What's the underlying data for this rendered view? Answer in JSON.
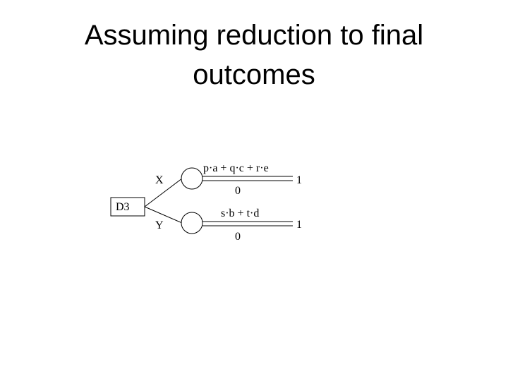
{
  "title": {
    "line1": "Assuming reduction to final",
    "line2": "outcomes"
  },
  "tree": {
    "decision_node": "D3",
    "branches": [
      {
        "label": "X",
        "chance_branch_top": "p·a + q·c + r·e",
        "chance_branch_bottom": "0",
        "result": "1"
      },
      {
        "label": "Y",
        "chance_branch_top": "s·b + t·d",
        "chance_branch_bottom": "0",
        "result": "1"
      }
    ]
  }
}
